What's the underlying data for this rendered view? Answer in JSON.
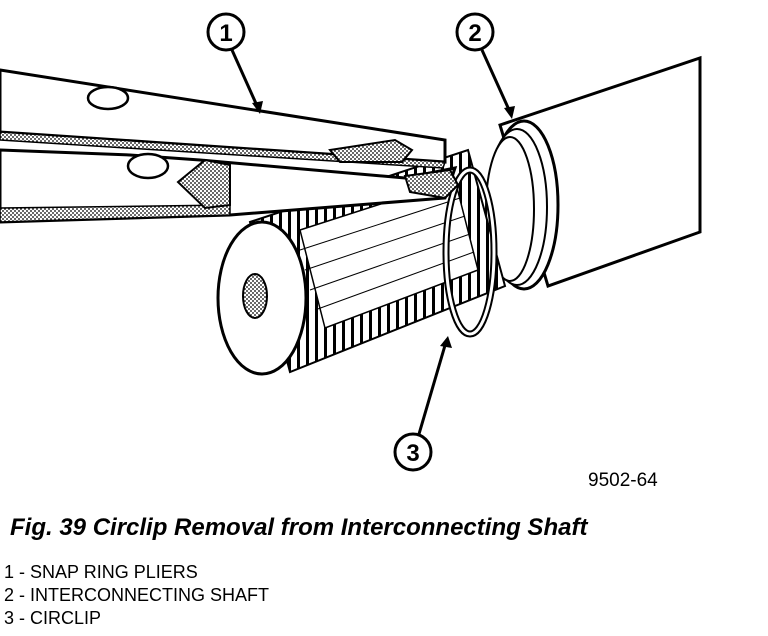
{
  "figure": {
    "code": "9502-64",
    "caption": "Fig. 39 Circlip Removal from Interconnecting Shaft"
  },
  "callouts": [
    {
      "number": "1"
    },
    {
      "number": "2"
    },
    {
      "number": "3"
    }
  ],
  "legend": [
    "1 - SNAP RING PLIERS",
    "2 - INTERCONNECTING SHAFT",
    "3 - CIRCLIP"
  ]
}
